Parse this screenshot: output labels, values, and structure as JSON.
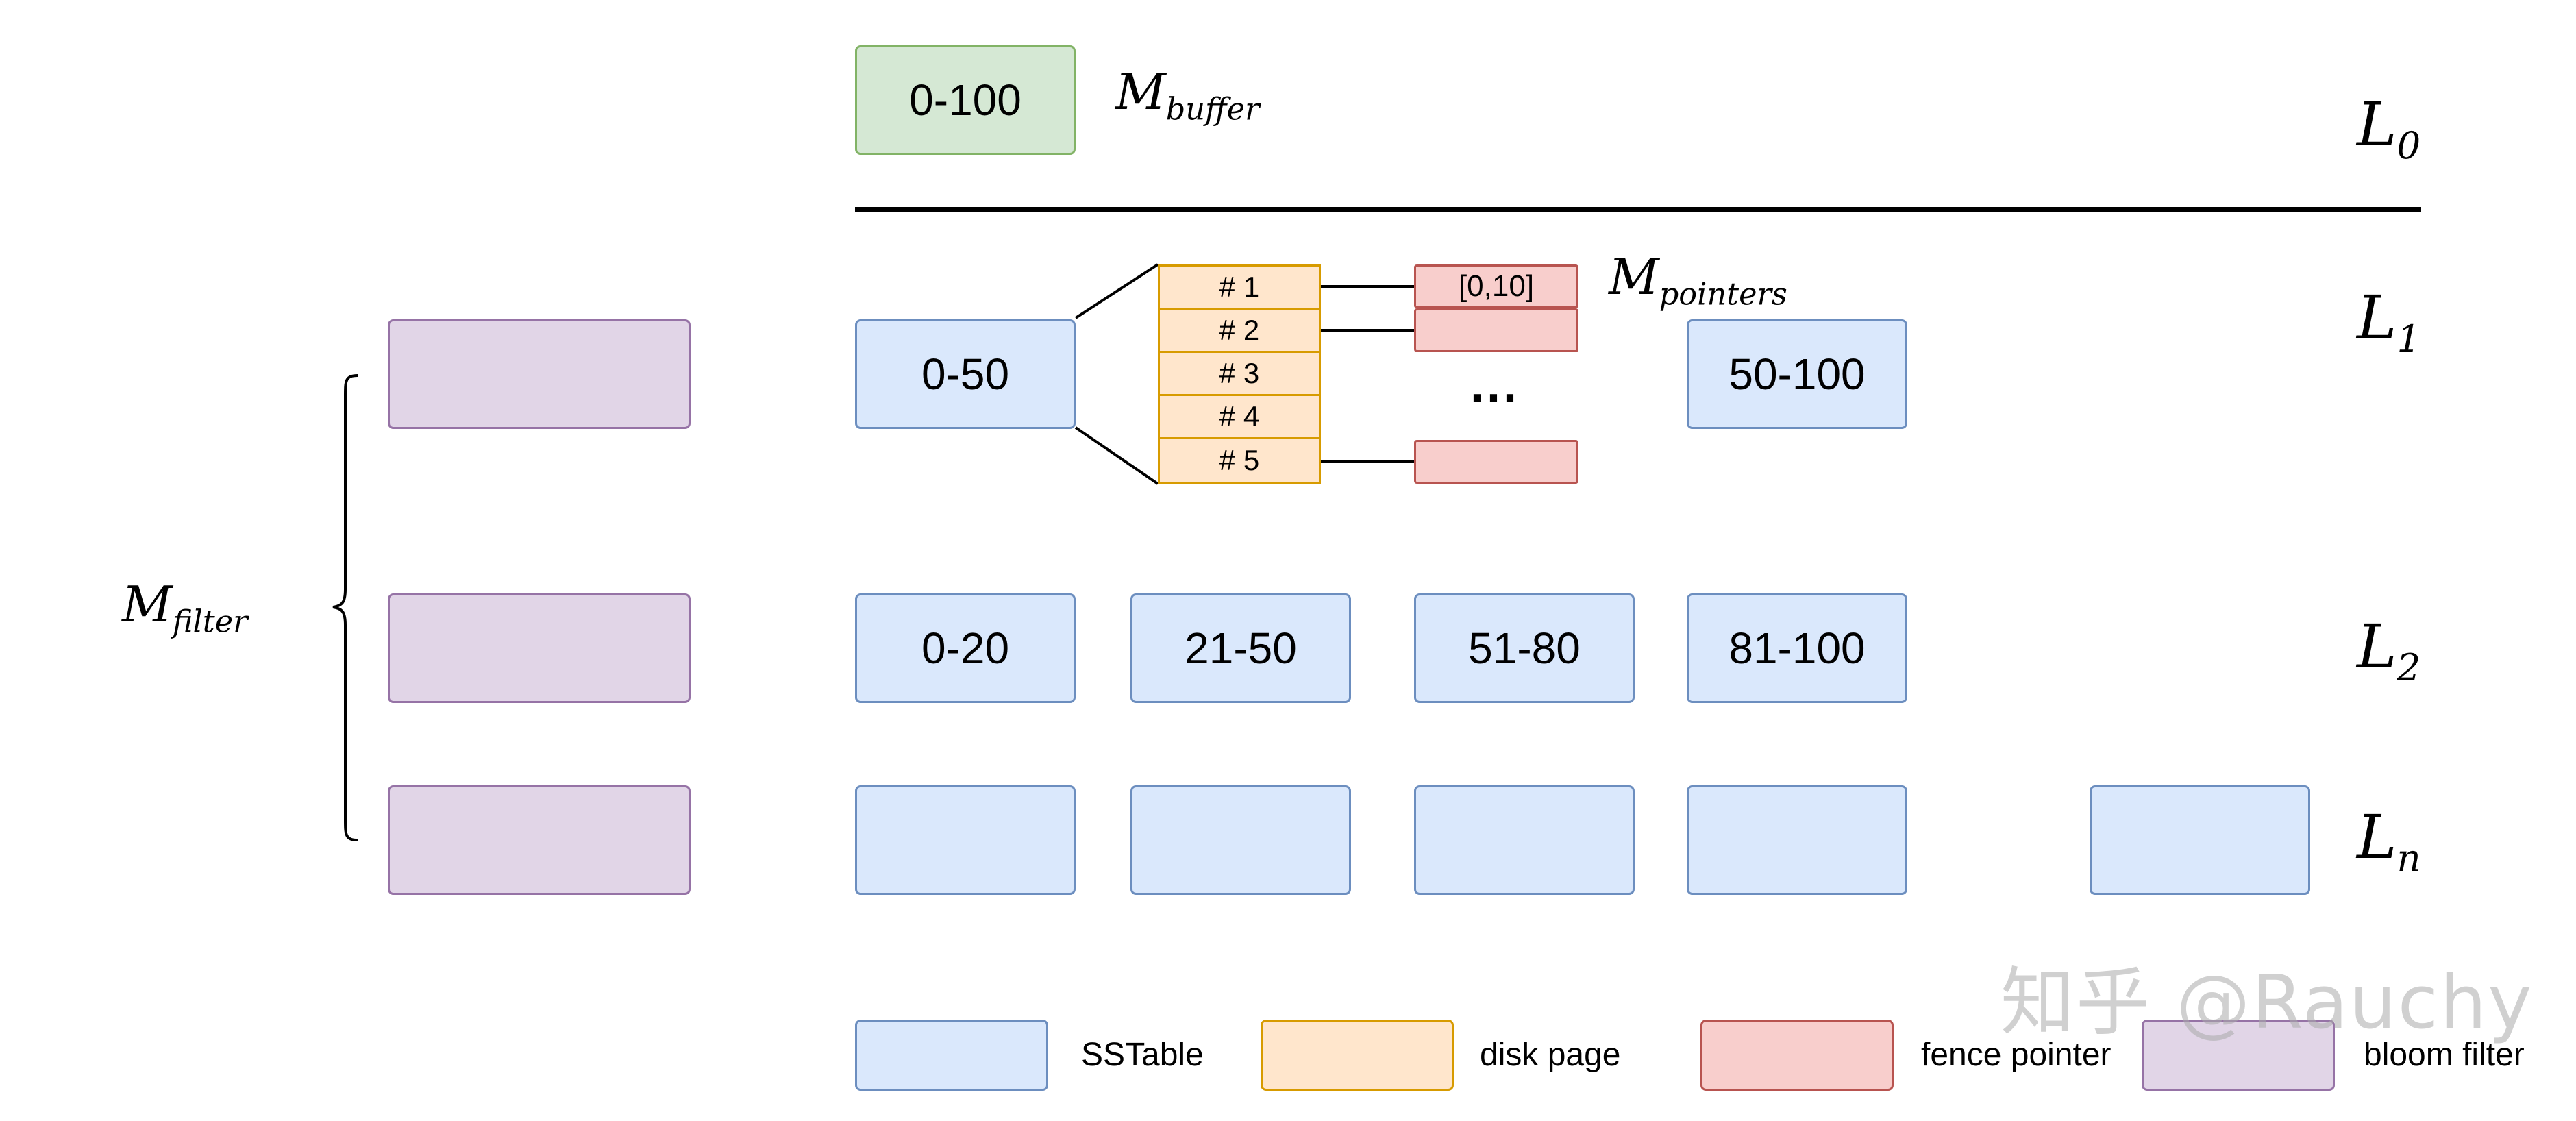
{
  "buffer": {
    "range": "0-100",
    "label_base": "M",
    "label_sub": "buffer"
  },
  "levels": {
    "l0": {
      "base": "L",
      "sub": "0"
    },
    "l1": {
      "base": "L",
      "sub": "1"
    },
    "l2": {
      "base": "L",
      "sub": "2"
    },
    "ln": {
      "base": "L",
      "sub": "n"
    }
  },
  "level1": {
    "sstables": [
      "0-50",
      "50-100"
    ],
    "pages": [
      "# 1",
      "# 2",
      "# 3",
      "# 4",
      "# 5"
    ],
    "first_pointer": "[0,10]",
    "ellipsis": "...",
    "pointers_label_base": "M",
    "pointers_label_sub": "pointers"
  },
  "level2": {
    "sstables": [
      "0-20",
      "21-50",
      "51-80",
      "81-100"
    ]
  },
  "filter": {
    "label_base": "M",
    "label_sub": "filter"
  },
  "legend": {
    "sstable": "SSTable",
    "disk_page": "disk page",
    "fence_pointer": "fence pointer",
    "bloom_filter": "bloom filter"
  },
  "watermark": "知乎 @Rauchy",
  "colors": {
    "sstable_fill": "#dae8fc",
    "sstable_stroke": "#6c8ebf",
    "buffer_fill": "#d5e8d4",
    "buffer_stroke": "#82b366",
    "page_fill": "#ffe6cc",
    "page_stroke": "#d79b00",
    "pointer_fill": "#f8cecc",
    "pointer_stroke": "#b85450",
    "bloom_fill": "#e1d5e7",
    "bloom_stroke": "#9673a6"
  }
}
